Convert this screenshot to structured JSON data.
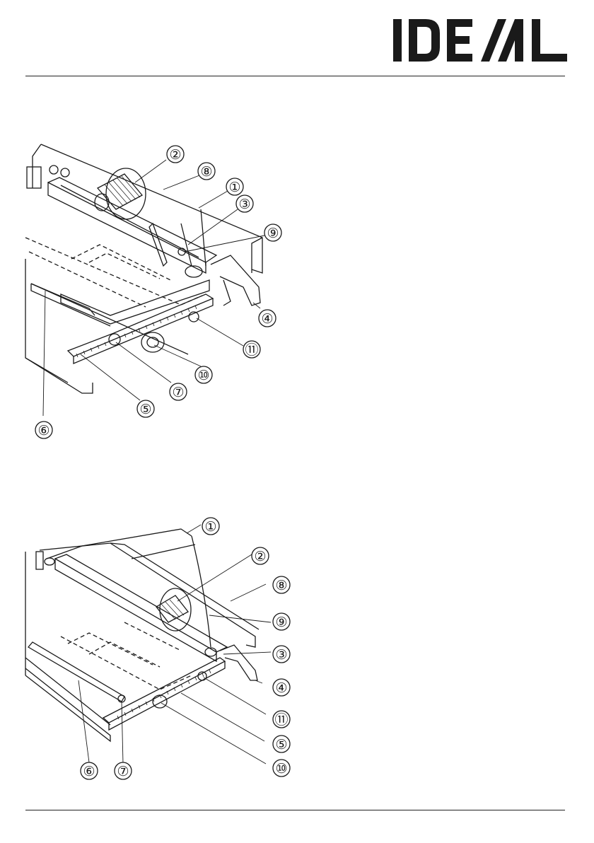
{
  "header": {
    "brand": "IDEAL"
  },
  "figure_top": {
    "callouts": [
      "②",
      "⑧",
      "①",
      "③",
      "⑨",
      "④",
      "⑪",
      "⑩",
      "⑦",
      "⑤",
      "⑥"
    ]
  },
  "figure_bottom": {
    "callouts": [
      "①",
      "②",
      "⑧",
      "⑨",
      "③",
      "④",
      "⑪",
      "⑤",
      "⑩",
      "⑥",
      "⑦"
    ]
  },
  "colors": {
    "ink": "#1a1a1a",
    "background": "#ffffff"
  },
  "icons": [
    "ideal-logo"
  ]
}
